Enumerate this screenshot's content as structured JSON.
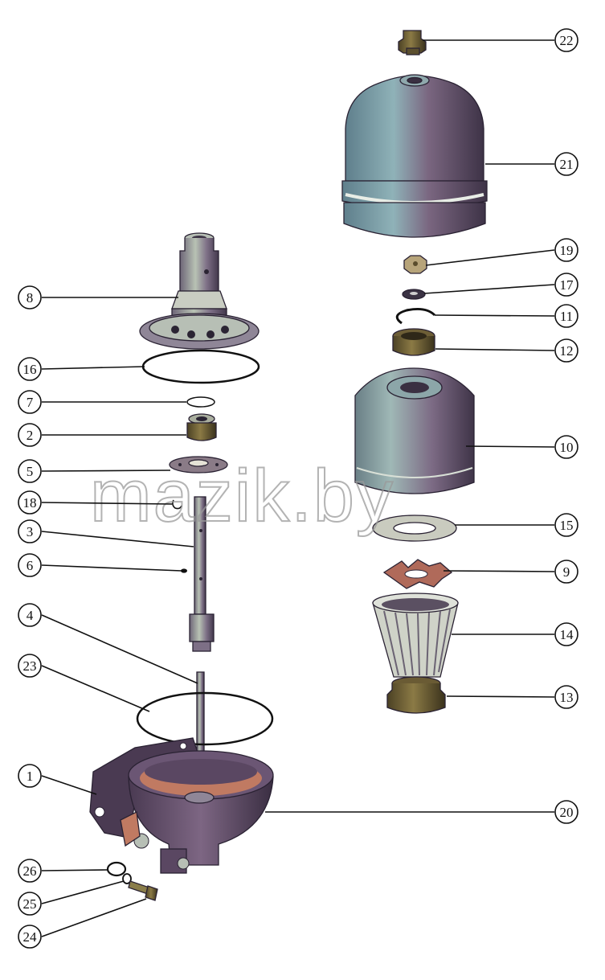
{
  "watermark": "mazik.by",
  "callouts": {
    "c1": "1",
    "c2": "2",
    "c3": "3",
    "c4": "4",
    "c5": "5",
    "c6": "6",
    "c7": "7",
    "c8": "8",
    "c9": "9",
    "c10": "10",
    "c11": "11",
    "c12": "12",
    "c13": "13",
    "c14": "14",
    "c15": "15",
    "c16": "16",
    "c17": "17",
    "c18": "18",
    "c19": "19",
    "c20": "20",
    "c21": "21",
    "c22": "22",
    "c23": "23",
    "c24": "24",
    "c25": "25",
    "c26": "26"
  },
  "colors": {
    "steel_blue": "#6f9aa3",
    "mauve": "#7a6680",
    "dark_plum": "#4a3a52",
    "bronze": "#6b5a32",
    "olive_dark": "#4e4526",
    "copper": "#c07a62",
    "pale_gray": "#cfd3c8"
  }
}
